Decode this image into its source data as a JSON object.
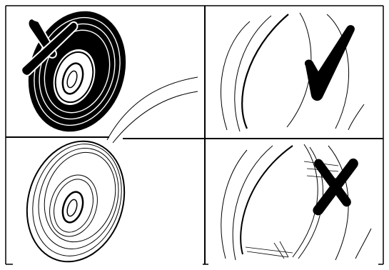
{
  "diagram": {
    "kind": "tire-inspection-illustration",
    "panels": [
      {
        "name": "unwound-coiled-tire",
        "mark": "x-mark"
      },
      {
        "name": "tire-closeup-correct",
        "mark": "check-mark"
      },
      {
        "name": "coiled-tire-outline",
        "mark": ""
      },
      {
        "name": "tire-closeup-crossed-strands",
        "mark": "x-mark"
      }
    ],
    "colors": {
      "ink": "#000000",
      "paper": "#ffffff"
    }
  }
}
